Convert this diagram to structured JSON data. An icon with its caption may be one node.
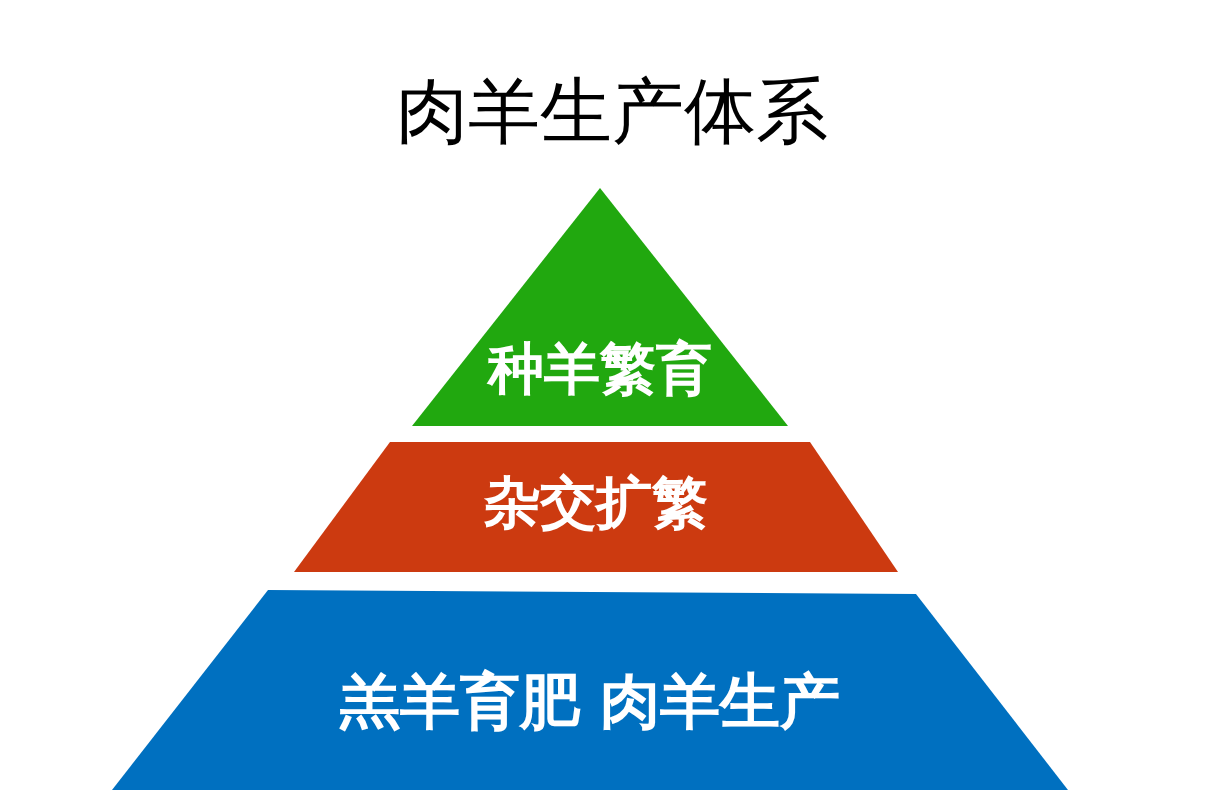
{
  "diagram": {
    "title": "肉羊生产体系",
    "nodes": [
      {
        "text": [
          "种羊繁育"
        ]
      },
      {
        "text": [
          "杂交扩繁"
        ]
      },
      {
        "text": [
          "羔羊育肥 肉羊生产"
        ]
      }
    ]
  }
}
